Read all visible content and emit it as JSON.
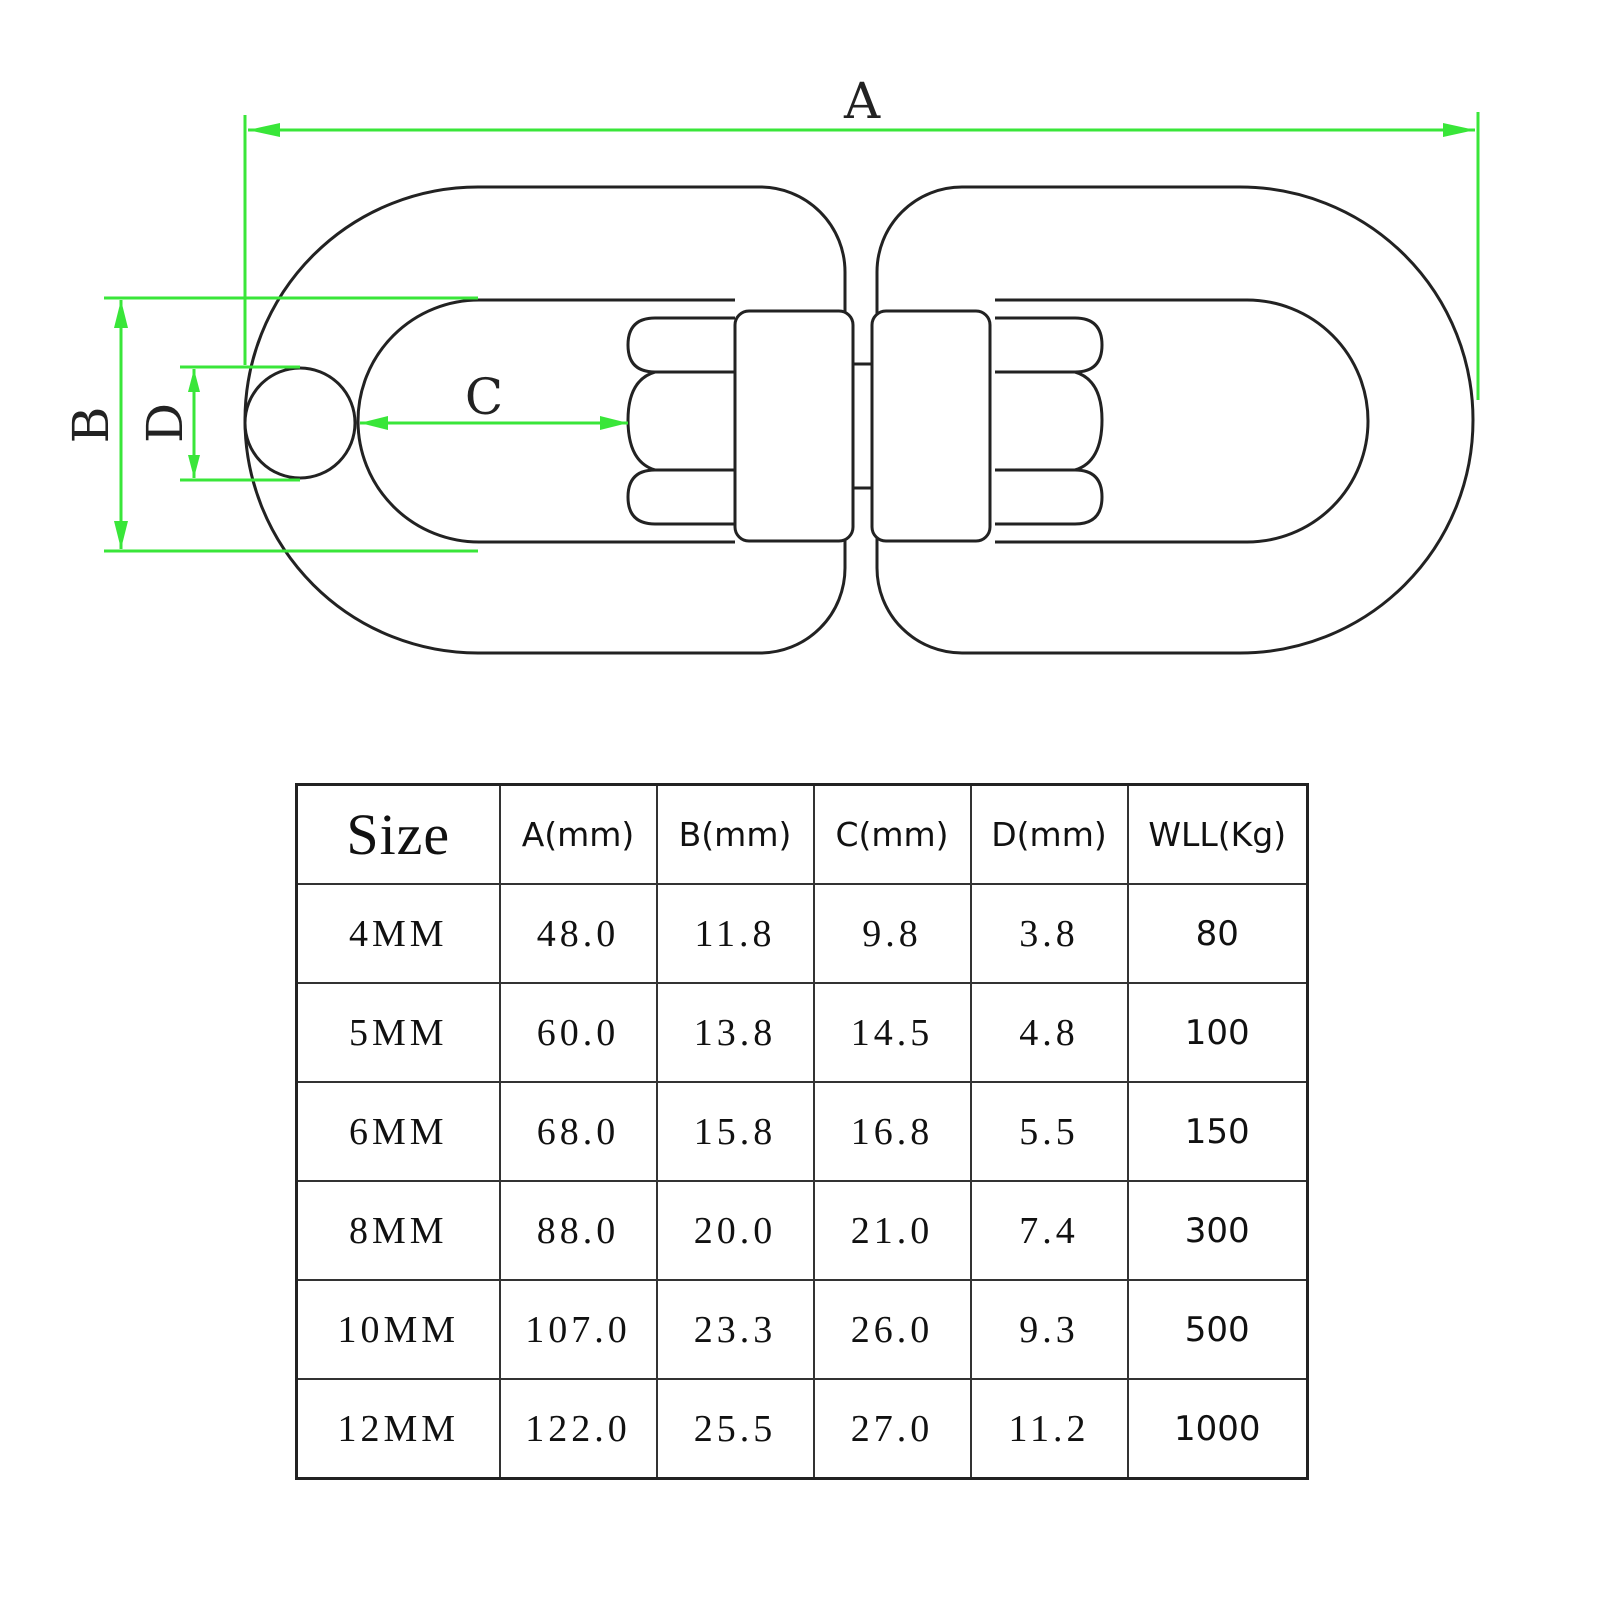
{
  "diagram": {
    "labels": {
      "a": "A",
      "b": "B",
      "c": "C",
      "d": "D"
    },
    "colors": {
      "dimension": "#39e639",
      "outline": "#222222"
    }
  },
  "table": {
    "headers": [
      "Size",
      "A(mm)",
      "B(mm)",
      "C(mm)",
      "D(mm)",
      "WLL(Kg)"
    ],
    "rows": [
      [
        "4MM",
        "48.0",
        "11.8",
        "9.8",
        "3.8",
        "80"
      ],
      [
        "5MM",
        "60.0",
        "13.8",
        "14.5",
        "4.8",
        "100"
      ],
      [
        "6MM",
        "68.0",
        "15.8",
        "16.8",
        "5.5",
        "150"
      ],
      [
        "8MM",
        "88.0",
        "20.0",
        "21.0",
        "7.4",
        "300"
      ],
      [
        "10MM",
        "107.0",
        "23.3",
        "26.0",
        "9.3",
        "500"
      ],
      [
        "12MM",
        "122.0",
        "25.5",
        "27.0",
        "11.2",
        "1000"
      ]
    ]
  }
}
